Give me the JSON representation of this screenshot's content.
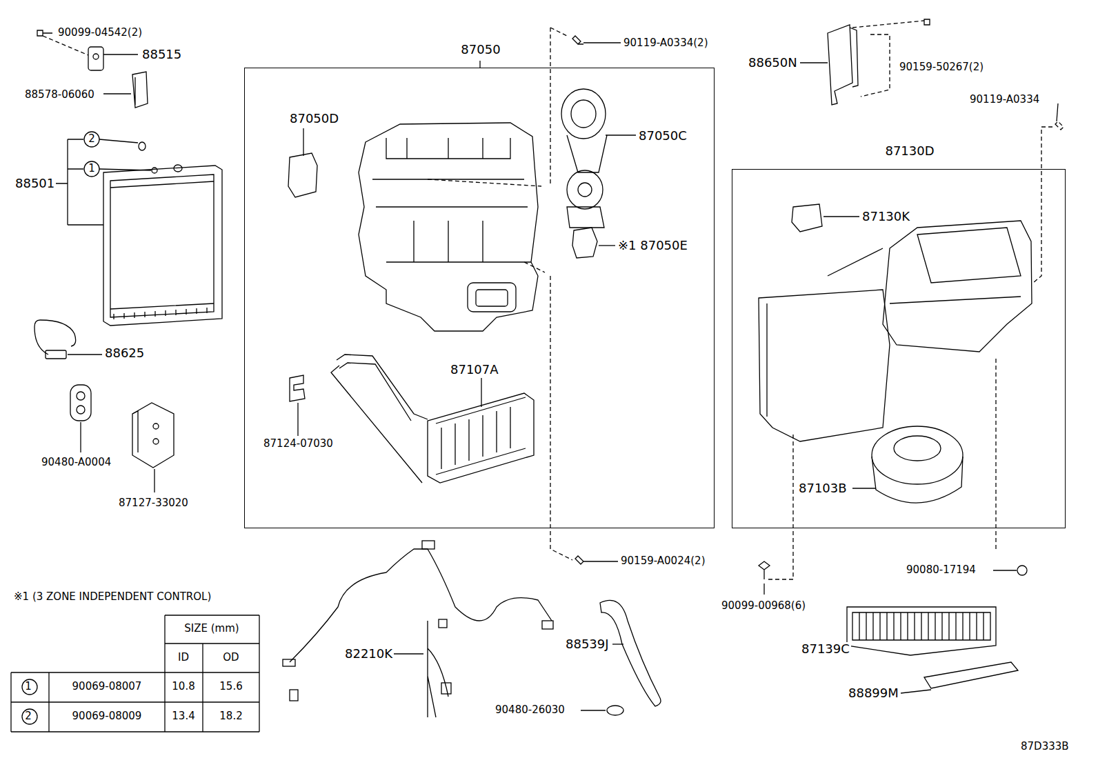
{
  "diagram": {
    "nodes": [
      {
        "text": [
          "87050"
        ]
      },
      {
        "text": [
          "87130D"
        ]
      }
    ],
    "labels": [
      "90099-04542(2)",
      "88515",
      "88578-06060",
      "2",
      "1",
      "88501",
      "88625",
      "90480-A0004",
      "87127-33020",
      "87050D",
      "87050C",
      "※1 87050E",
      "87107A",
      "87124-07030",
      "90119-A0334(2)",
      "88650N",
      "90159-50267(2)",
      "90119-A0334",
      "87130K",
      "87103B",
      "90159-A0024(2)",
      "90099-00968(6)",
      "90080-17194",
      "87139C",
      "88899M",
      "82210K",
      "88539J",
      "90480-26030",
      "※1 (3 ZONE INDEPENDENT CONTROL)",
      "SIZE (mm)",
      "ID",
      "OD",
      "1",
      "90069-08007",
      "10.8",
      "15.6",
      "2",
      "90069-08009",
      "13.4",
      "18.2",
      "87D333B"
    ]
  }
}
